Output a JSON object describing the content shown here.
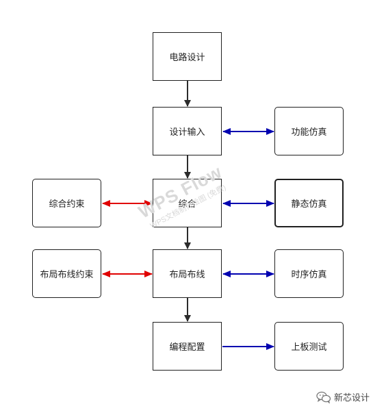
{
  "nodes": {
    "circuit_design": "电路设计",
    "design_entry": "设计输入",
    "synthesis": "综合",
    "place_route": "布局布线",
    "programming": "编程配置",
    "functional_sim": "功能仿真",
    "static_sim": "静态仿真",
    "timing_sim": "时序仿真",
    "board_test": "上板测试",
    "synthesis_constraints": "综合约束",
    "pnr_constraints": "布局布线约束"
  },
  "watermark": {
    "main": "WPS Flow",
    "sub": "WPS文档制作绘图 (免费)"
  },
  "brand": {
    "name": "新芯设计"
  },
  "colors": {
    "flow_arrow": "#2b2b2b",
    "simulation_arrow": "#0000b0",
    "constraint_arrow": "#e00000"
  }
}
